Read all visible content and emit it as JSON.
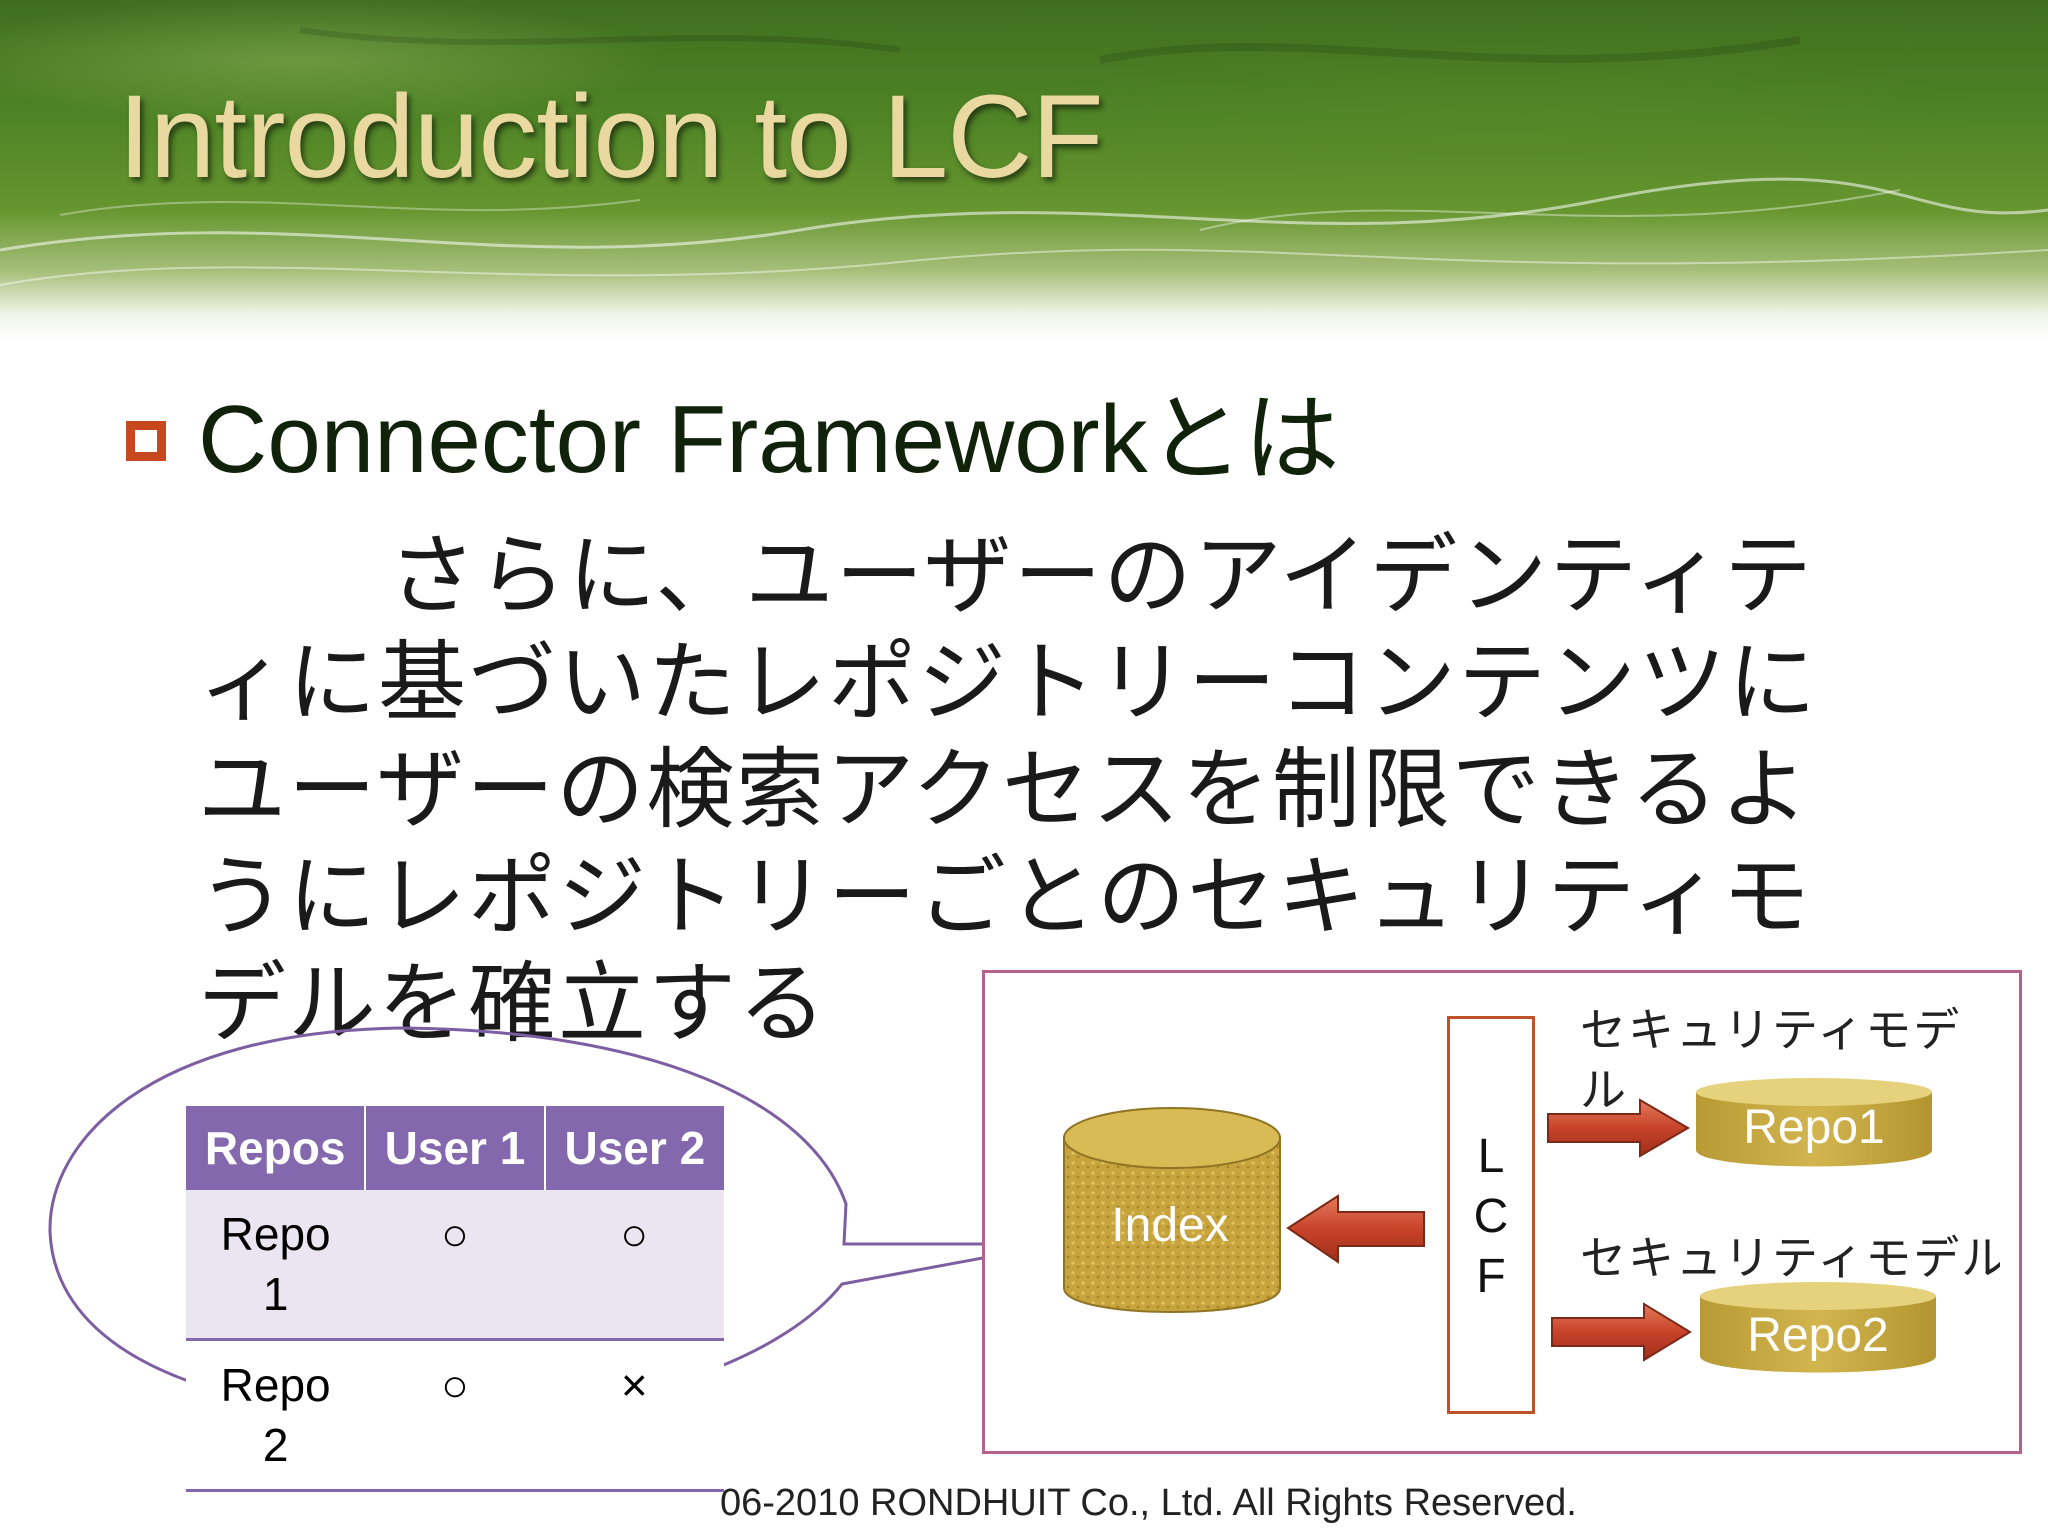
{
  "slide": {
    "title": "Introduction to LCF",
    "bullet": "Connector Frameworkとは",
    "body": "さらに、ユーザーのアイデンティティに基づいたレポジトリーコンテンツにユーザーの検索アクセスを制限できるようにレポジトリーごとのセキュリティモデルを確立する",
    "footer": "06-2010 RONDHUIT Co., Ltd. All Rights Reserved."
  },
  "table": {
    "headers": [
      "Repos",
      "User 1",
      "User 2"
    ],
    "rows": [
      {
        "repo": "Repo 1",
        "user1": "○",
        "user2": "○"
      },
      {
        "repo": "Repo 2",
        "user1": "○",
        "user2": "×"
      }
    ]
  },
  "diagram": {
    "index_label": "Index",
    "lcf_letters": [
      "L",
      "C",
      "F"
    ],
    "security_label_1": "セキュリティモデル",
    "security_label_2": "セキュリティモデル",
    "repo1_label": "Repo1",
    "repo2_label": "Repo2"
  },
  "colors": {
    "title": "#e9d9a1",
    "bullet": "#c7471f",
    "table_header": "#8468ad",
    "frame": "#b5628f",
    "arrow": "#c8432a",
    "cylinder": "#c9ad45"
  }
}
